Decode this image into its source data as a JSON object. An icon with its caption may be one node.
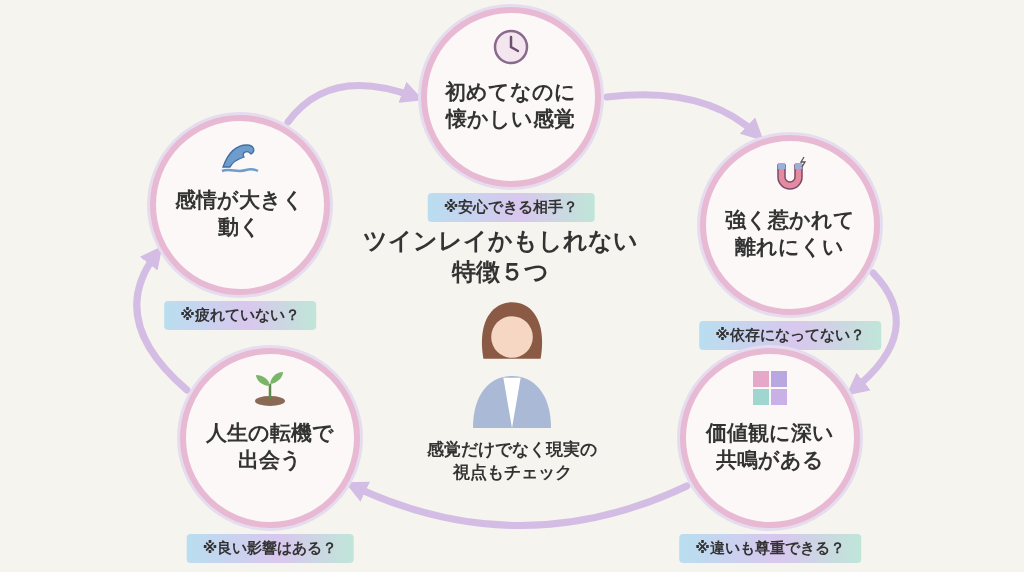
{
  "diagram": {
    "title": "ツインレイかもしれない特徴５つ",
    "nodes": [
      {
        "text": [
          "初めてなのに懐かしい感覚"
        ],
        "beside": [
          "※安心できる相手？"
        ]
      },
      {
        "text": [
          "強く惹かれて離れにくい"
        ],
        "beside": [
          "※依存になってない？"
        ]
      },
      {
        "text": [
          "価値観に深い共鳴がある"
        ],
        "beside": [
          "※違いも尊重できる？"
        ]
      },
      {
        "text": [
          "人生の転機で出会う"
        ],
        "beside": [
          "※良い影響はある？"
        ]
      },
      {
        "text": [
          "感情が大きく動く"
        ],
        "beside": [
          "※疲れていない？"
        ]
      }
    ],
    "edges": [
      {
        "from": 0,
        "to": 1,
        "arrow": "to"
      },
      {
        "from": 1,
        "to": 2,
        "arrow": "to"
      },
      {
        "from": 2,
        "to": 3,
        "arrow": "to"
      },
      {
        "from": 3,
        "to": 4,
        "arrow": "to"
      },
      {
        "from": 4,
        "to": 0,
        "arrow": "to"
      }
    ],
    "labels": [
      "感覚だけでなく現実の視点もチェック"
    ]
  }
}
